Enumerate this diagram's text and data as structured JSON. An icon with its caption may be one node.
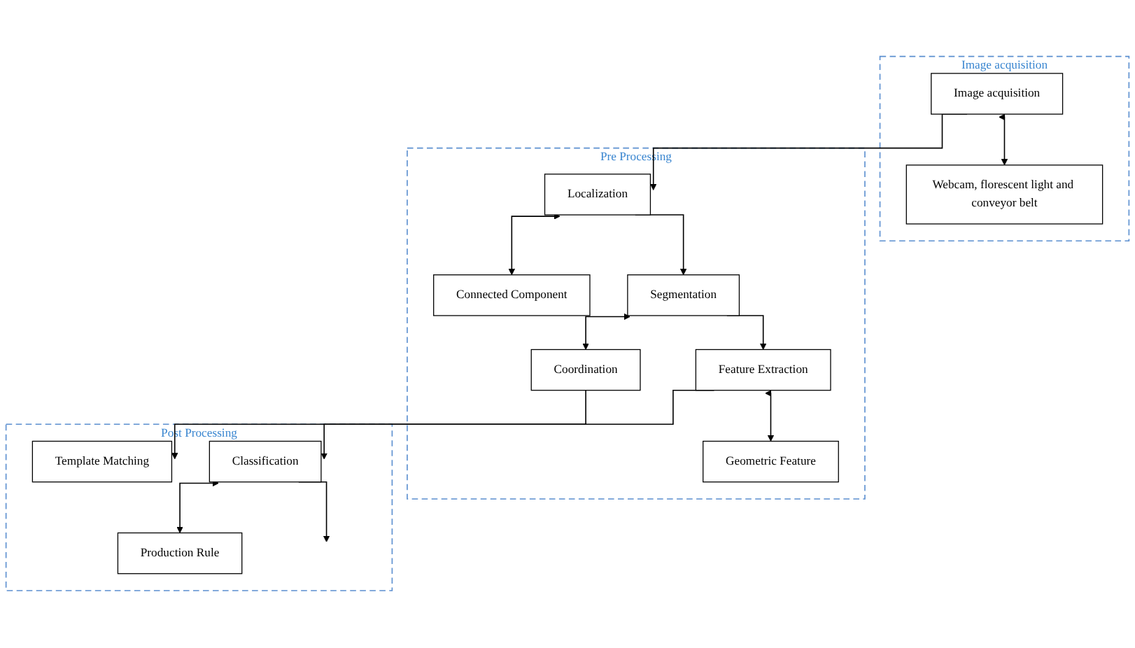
{
  "diagram": {
    "nodes": [
      {
        "text": [
          "Image acquisition"
        ]
      },
      {
        "text": [
          "Image acquisition"
        ],
        "in": 0
      },
      {
        "text": [
          "Webcam, florescent light and conveyor belt"
        ],
        "in": 0
      },
      {
        "text": [
          "Pre Processing"
        ]
      },
      {
        "text": [
          "Localization"
        ],
        "in": 3
      },
      {
        "text": [
          "Connected Component"
        ],
        "in": 3
      },
      {
        "text": [
          "Segmentation"
        ],
        "in": 3
      },
      {
        "text": [
          "Coordination"
        ],
        "in": 3
      },
      {
        "text": [
          "Feature Extraction"
        ],
        "in": 3
      },
      {
        "text": [
          "Geometric Feature"
        ],
        "in": 3
      },
      {
        "text": [
          "Post Processing"
        ]
      },
      {
        "text": [
          "Classification"
        ],
        "in": 10
      },
      {
        "text": [
          "Production Rule"
        ],
        "in": 10
      },
      {
        "text": [
          "Template Matching"
        ],
        "in": 10
      }
    ],
    "edges": [
      {
        "from": 1,
        "to": 2,
        "arrow": "both"
      },
      {
        "from": 1,
        "to": 4,
        "arrow": "to"
      },
      {
        "from": 4,
        "to": 5,
        "arrow": "both"
      },
      {
        "from": 4,
        "to": 6,
        "arrow": "to"
      },
      {
        "from": 6,
        "to": 7,
        "arrow": "both"
      },
      {
        "from": 6,
        "to": 8,
        "arrow": "to"
      },
      {
        "from": 7,
        "to": 13,
        "arrow": "to"
      },
      {
        "from": 8,
        "to": 9,
        "arrow": "both"
      },
      {
        "from": 8,
        "to": 11,
        "arrow": "to"
      },
      {
        "from": 11,
        "to": 12,
        "arrow": "both"
      },
      {
        "from": 11,
        "to": null,
        "arrow": "to"
      }
    ]
  }
}
